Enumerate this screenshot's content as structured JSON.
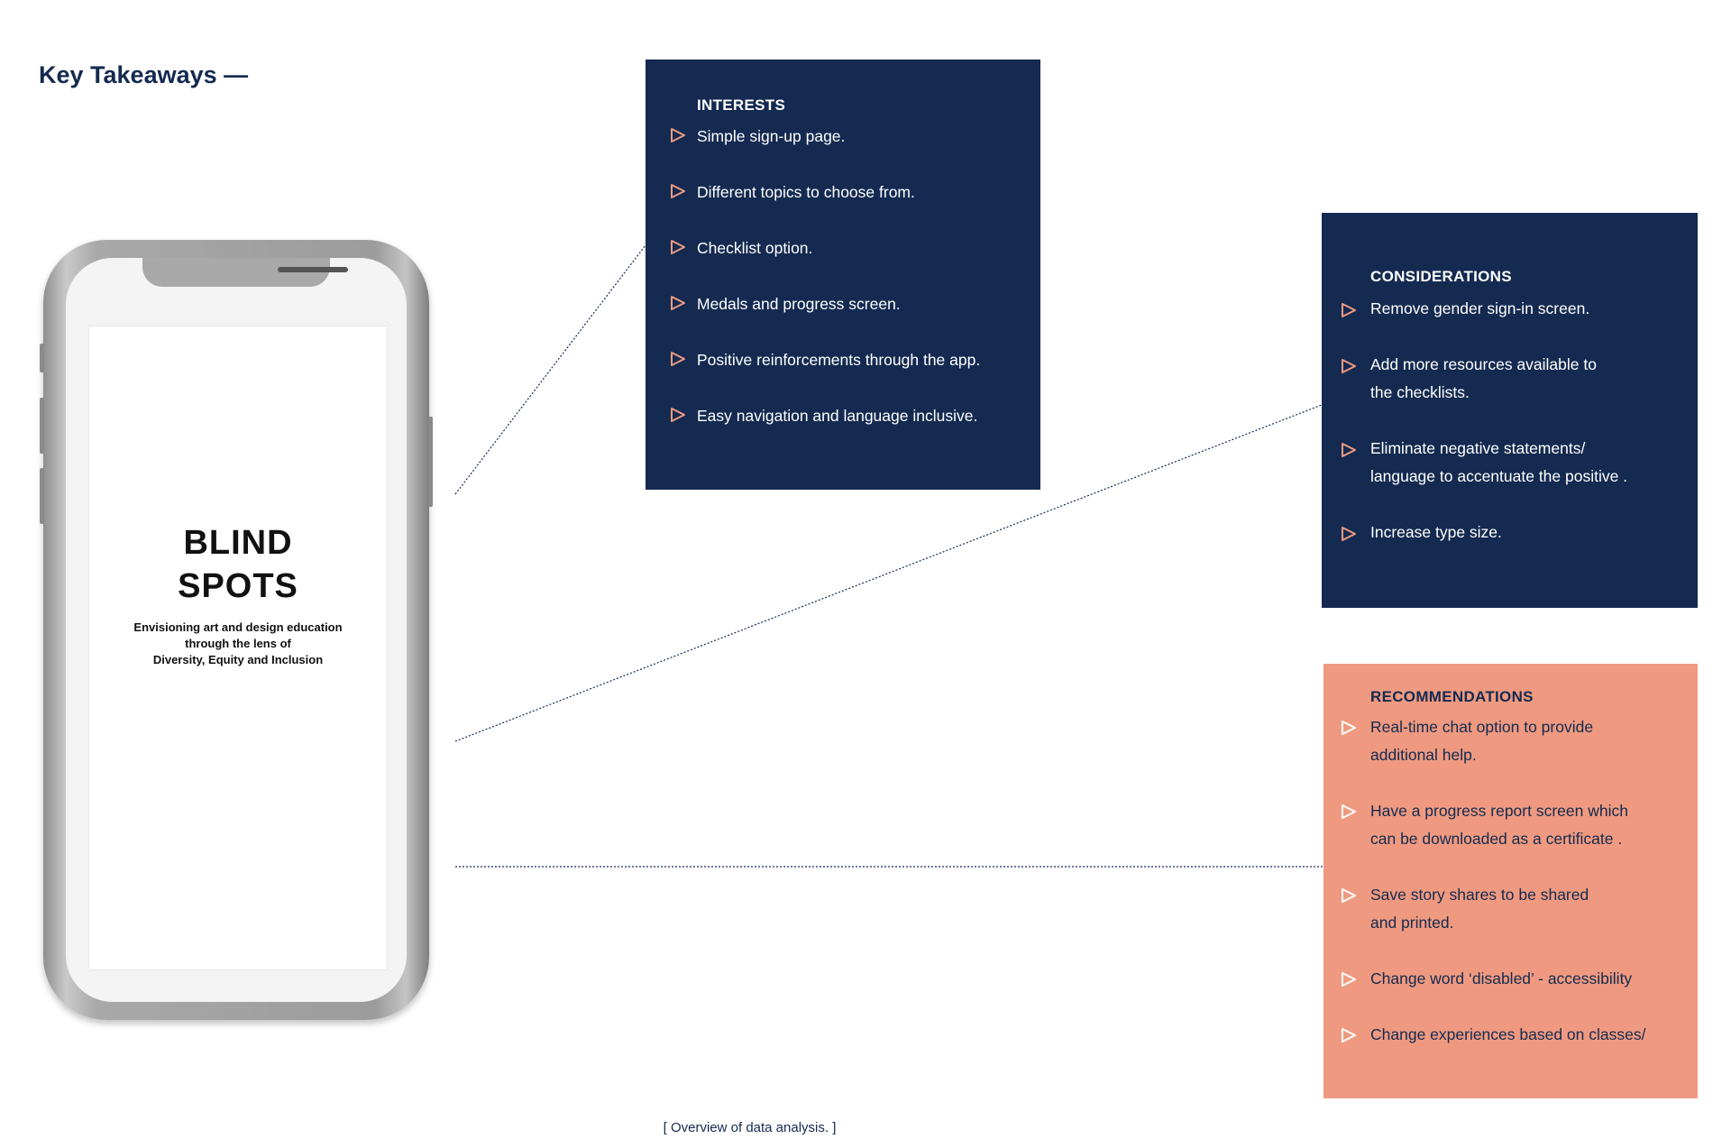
{
  "page_title": "Key Takeaways —",
  "phone": {
    "app_title": "BLIND\nSPOTS",
    "app_subtitle": "Envisioning art and design education\nthrough the lens of\nDiversity, Equity and Inclusion"
  },
  "interests": {
    "heading": "INTERESTS",
    "items": [
      "Simple sign-up page.",
      "Different topics to choose from.",
      "Checklist option.",
      "Medals and progress screen.",
      "Positive reinforcements through the app.",
      "Easy navigation and language inclusive."
    ]
  },
  "considerations": {
    "heading": "CONSIDERATIONS",
    "items": [
      "Remove gender sign-in screen.",
      "Add more resources available to\nthe checklists.",
      "Eliminate negative statements/\nlanguage to accentuate the positive .",
      "Increase type size."
    ]
  },
  "recommendations": {
    "heading": "RECOMMENDATIONS",
    "items": [
      "Real-time chat option to provide\nadditional help.",
      "Have a progress report screen which\ncan be downloaded as a certificate .",
      "Save story shares to be shared\nand printed.",
      "Change word ‘disabled’ - accessibility",
      "Change experiences based on classes/"
    ]
  },
  "caption": "[ Overview of data analysis. ]",
  "colors": {
    "navy": "#142a50",
    "salmon": "#ef9a80",
    "bullet_on_navy": "#ef9a80",
    "bullet_on_salmon": "#ffffff"
  },
  "icons": {
    "bullet": "triangle-right-outline-icon"
  }
}
